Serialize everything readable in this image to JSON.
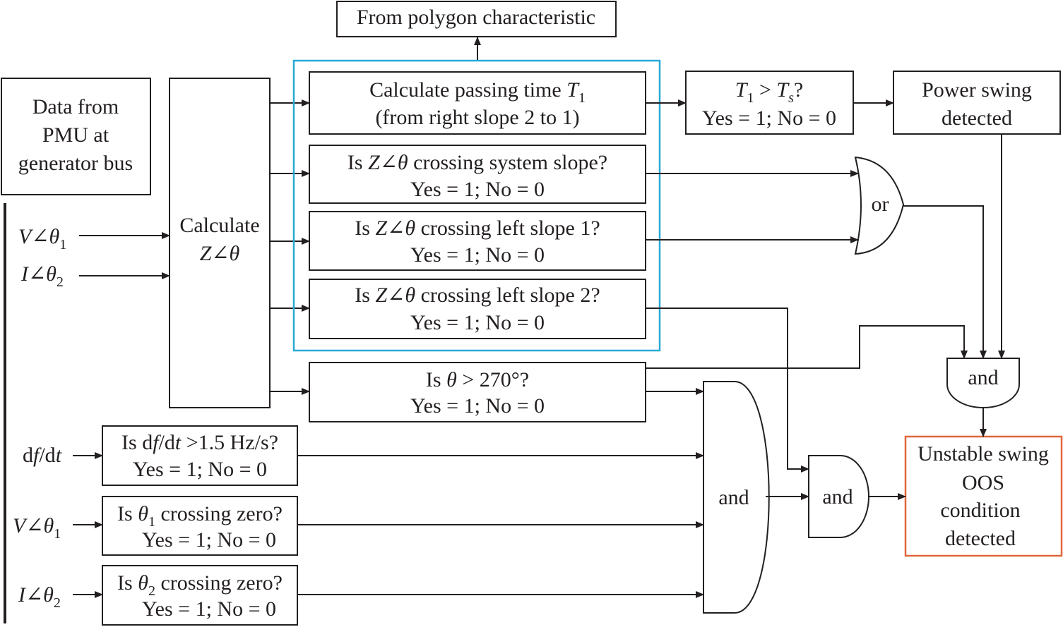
{
  "colors": {
    "ink": "#231f20",
    "group_outline": "#29a9d8",
    "result_outline": "#e0673a"
  },
  "pmu_box": {
    "lines": [
      "Data from",
      "PMU at",
      "generator bus"
    ]
  },
  "inputs": {
    "v1": {
      "v": "V",
      "ang": "∠",
      "th": "θ",
      "sub": "1"
    },
    "i2": {
      "v": "I",
      "ang": "∠",
      "th": "θ",
      "sub": "2"
    },
    "dfdt": {
      "d1": "d",
      "f": "f",
      "slash": "/d",
      "t": "t"
    },
    "v1_b": {
      "v": "V",
      "ang": "∠",
      "th": "θ",
      "sub": "1"
    },
    "i2_b": {
      "v": "I",
      "ang": "∠",
      "th": "θ",
      "sub": "2"
    }
  },
  "calc_box": {
    "line1": "Calculate",
    "z": "Z",
    "ang": "∠",
    "th": "θ"
  },
  "top_box": {
    "label": "From polygon characteristic"
  },
  "passing_box": {
    "l1_a": "Calculate passing time ",
    "l1_t": "T",
    "l1_sub": "1",
    "l2": "(from right slope 2 to 1)"
  },
  "system_slope_box": {
    "a": "Is ",
    "z": "Z",
    "ang": "∠",
    "th": "θ",
    "b": " crossing  system slope?",
    "yn": "Yes = 1; No = 0"
  },
  "left_slope1_box": {
    "a": "Is ",
    "z": "Z",
    "ang": "∠",
    "th": "θ",
    "b": " crossing left slope 1?",
    "yn": "Yes = 1; No = 0"
  },
  "left_slope2_box": {
    "a": "Is ",
    "z": "Z",
    "ang": "∠",
    "th": "θ",
    "b": " crossing left slope 2?",
    "yn": "Yes = 1; No = 0"
  },
  "theta_box": {
    "a": "Is ",
    "th": "θ",
    "b": " > 270°?",
    "yn": "Yes = 1; No = 0"
  },
  "t1_box": {
    "t1": "T",
    "t1_sub": "1",
    "gt": " > ",
    "ts": "T",
    "ts_sub": "s",
    "q": "?",
    "yn": "Yes = 1; No = 0"
  },
  "power_swing_box": {
    "lines": [
      "Power swing",
      "detected"
    ]
  },
  "dfdt_box": {
    "a": "Is d",
    "f": "f",
    "b": "/d",
    "t": "t",
    "c": " >1.5 Hz/s?",
    "yn": "Yes = 1; No = 0"
  },
  "th1_box": {
    "a": "Is ",
    "th": "θ",
    "sub": "1",
    "b": " crossing zero?",
    "yn": "Yes = 1; No = 0"
  },
  "th2_box": {
    "a": "Is ",
    "th": "θ",
    "sub": "2",
    "b": " crossing zero?",
    "yn": "Yes = 1; No = 0"
  },
  "gates": {
    "or_label": "or",
    "and_top_label": "and",
    "and_big_label": "and",
    "and_mid_label": "and"
  },
  "result_box": {
    "lines": [
      "Unstable swing",
      "OOS",
      "condition",
      "detected"
    ]
  }
}
